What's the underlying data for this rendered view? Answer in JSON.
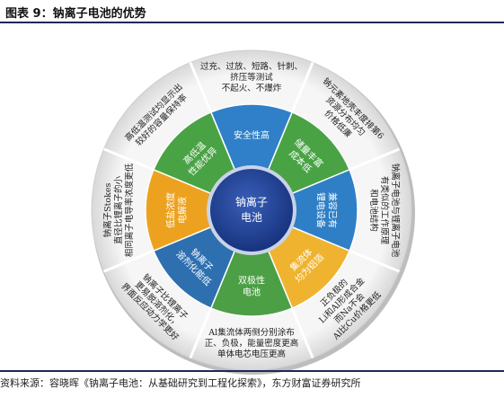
{
  "figure": {
    "title": "图表 9：钠离子电池的优势",
    "source": "资料来源：容晓晖《钠离子电池：从基础研究到工程化探索》，东方财富证券研究所"
  },
  "center": {
    "line1": "钠离子",
    "line2": "电池"
  },
  "segments": [
    {
      "id": "safety",
      "lines": [
        "安全性高"
      ],
      "color": "#2f80c8",
      "outer": [
        "过充、过放、短路、针刺、",
        "挤压等测试",
        "不起火、不爆炸"
      ]
    },
    {
      "id": "cost",
      "lines": [
        "储量丰富",
        "成本低"
      ],
      "color": "#49a344",
      "outer": [
        "钠元素地壳丰度排第6",
        "资源分布均匀",
        "价格低廉"
      ]
    },
    {
      "id": "compatible",
      "lines": [
        "兼容已有",
        "锂电设备"
      ],
      "color": "#2f7fc6",
      "outer": [
        "钠离子电池与锂离子电池",
        "有类似的工作原理",
        "和电池结构"
      ]
    },
    {
      "id": "cycle",
      "lines": [
        "集流体",
        "均为铝箔"
      ],
      "color": "#f0b330",
      "outer": [
        "正负极的",
        "Li和Al形成合金",
        "而Na不会",
        "Al比Cu价格更低"
      ]
    },
    {
      "id": "bipolar",
      "lines": [
        "双极性",
        "电池"
      ],
      "color": "#4c9f45",
      "outer": [
        "Al集流体两侧分别涂布",
        "正、负极，能量密度更高",
        "单体电芯电压更高"
      ]
    },
    {
      "id": "solvation",
      "lines": [
        "钠离子",
        "溶剂化能低"
      ],
      "color": "#2e6fb0",
      "outer": [
        "钠离子比锂离子",
        "更易脱溶剂化，",
        "界面反应动力学更好"
      ]
    },
    {
      "id": "lowconc",
      "lines": [
        "低盐浓度",
        "电解液"
      ],
      "color": "#eda21f",
      "outer": [
        "钠离子Stokes",
        "直径比锂离子的小",
        "相同离子电导率浓度更低"
      ]
    },
    {
      "id": "lowtemp",
      "lines": [
        "高低温",
        "性能优异"
      ],
      "color": "#49a344",
      "outer": [
        "高低温测试均显示出",
        "较好的容量保持率"
      ]
    }
  ]
}
